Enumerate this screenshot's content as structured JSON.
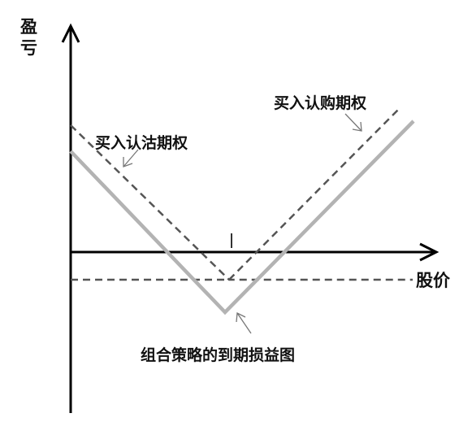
{
  "axes": {
    "y_label_line1": "盈",
    "y_label_line2": "亏",
    "x_label": "股价"
  },
  "labels": {
    "put": "买入认沽期权",
    "call": "买入认购期权",
    "combo": "组合策略的到期损益图"
  },
  "colors": {
    "axis": "#000000",
    "dashed": "#555555",
    "combo": "#b3b3b3",
    "text": "#111111"
  }
}
